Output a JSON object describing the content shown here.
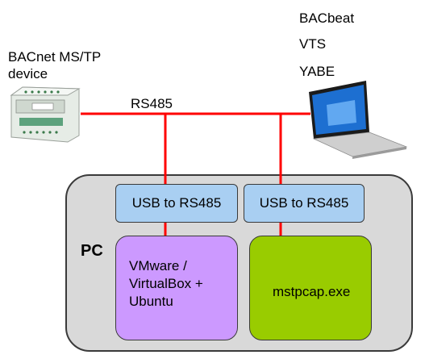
{
  "device": {
    "label_line1": "BACnet MS/TP",
    "label_line2": "device"
  },
  "software": [
    "BACbeat",
    "VTS",
    "YABE"
  ],
  "bus": {
    "label": "RS485",
    "color": "#ff0000"
  },
  "pc": {
    "label": "PC",
    "frame_color": "#d9d9d9",
    "usb_left": "USB to RS485",
    "usb_right": "USB to RS485",
    "usb_color": "#a9cff2",
    "vm_left": {
      "line1": "VMware /",
      "line2": "VirtualBox +",
      "line3": "Ubuntu",
      "color": "#cc99ff"
    },
    "vm_right": {
      "label": "mstpcap.exe",
      "color": "#99cc00"
    }
  }
}
